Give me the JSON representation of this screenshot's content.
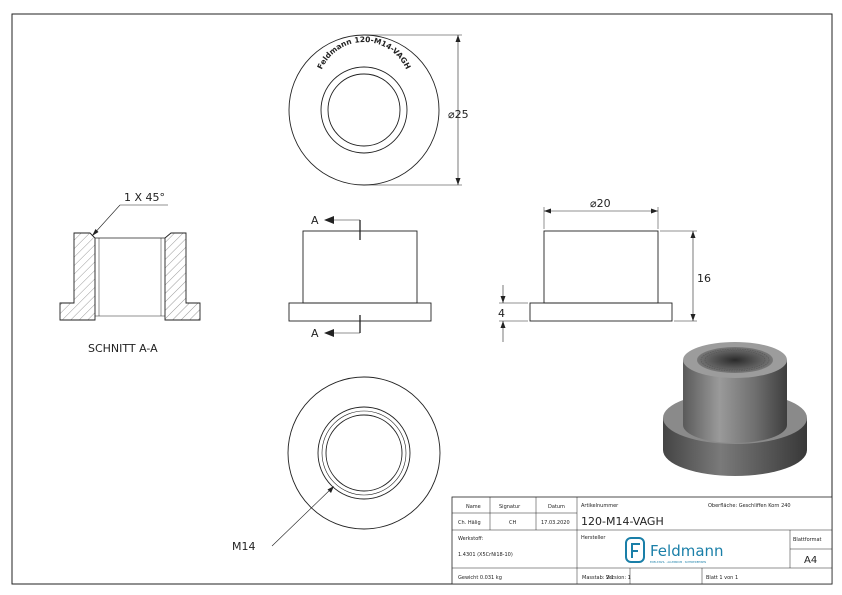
{
  "engraving": "Feldmann 120-M14-VAGH",
  "dims": {
    "top_diameter": "⌀25",
    "side_diameter": "⌀20",
    "height": "16",
    "flange": "4",
    "chamfer": "1 X 45°",
    "thread": "M14"
  },
  "section": {
    "marker": "A",
    "label": "SCHNITT A-A"
  },
  "title_block": {
    "name_header": "Name",
    "signature_header": "Signatur",
    "date_header": "Datum",
    "name": "Ch. Hälig",
    "signature": "CH",
    "date": "17.03.2020",
    "article_label": "Artikelnummer",
    "surface": "Oberfläche: Geschliffen Korn 240",
    "article": "120-M14-VAGH",
    "material_label": "Werkstoff:",
    "material": "1.4301 (X5CrNi18-10)",
    "manufacturer_label": "Hersteller",
    "company": "Feldmann",
    "company_tagline": "EDELSTAHL · ALUMINIUM · SCHMIEDEEISEN",
    "format_label": "Blattformat",
    "format": "A4",
    "weight": "Gewicht 0.031 kg",
    "scale": "Masstab: 2:1",
    "version": "Version: 1",
    "sheet": "Blatt 1 von 1"
  },
  "colors": {
    "line": "#222222",
    "logo": "#1a7fa8",
    "render_dark": "#4a4a4a",
    "render_light": "#a0a0a0"
  }
}
